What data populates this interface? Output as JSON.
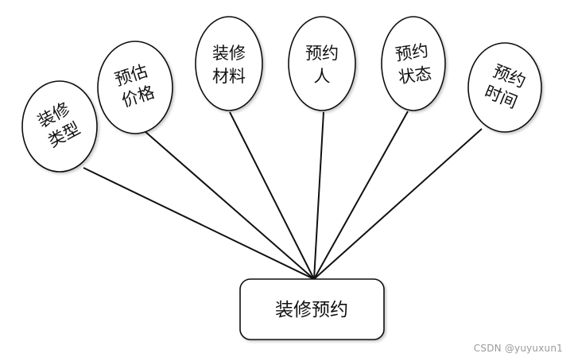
{
  "entity": {
    "label": "装修预约"
  },
  "attributes": [
    {
      "line1": "装修",
      "line2": "类型"
    },
    {
      "line1": "预估",
      "line2": "价格"
    },
    {
      "line1": "装修",
      "line2": "材料"
    },
    {
      "line1": "预约",
      "line2": "人"
    },
    {
      "line1": "预约",
      "line2": "状态"
    },
    {
      "line1": "预约",
      "line2": "时间"
    }
  ],
  "watermark": "CSDN @yuyuxun1",
  "colors": {
    "stroke": "#111111",
    "fill": "#ffffff",
    "text": "#111111",
    "watermark": "#9a9a9a"
  }
}
